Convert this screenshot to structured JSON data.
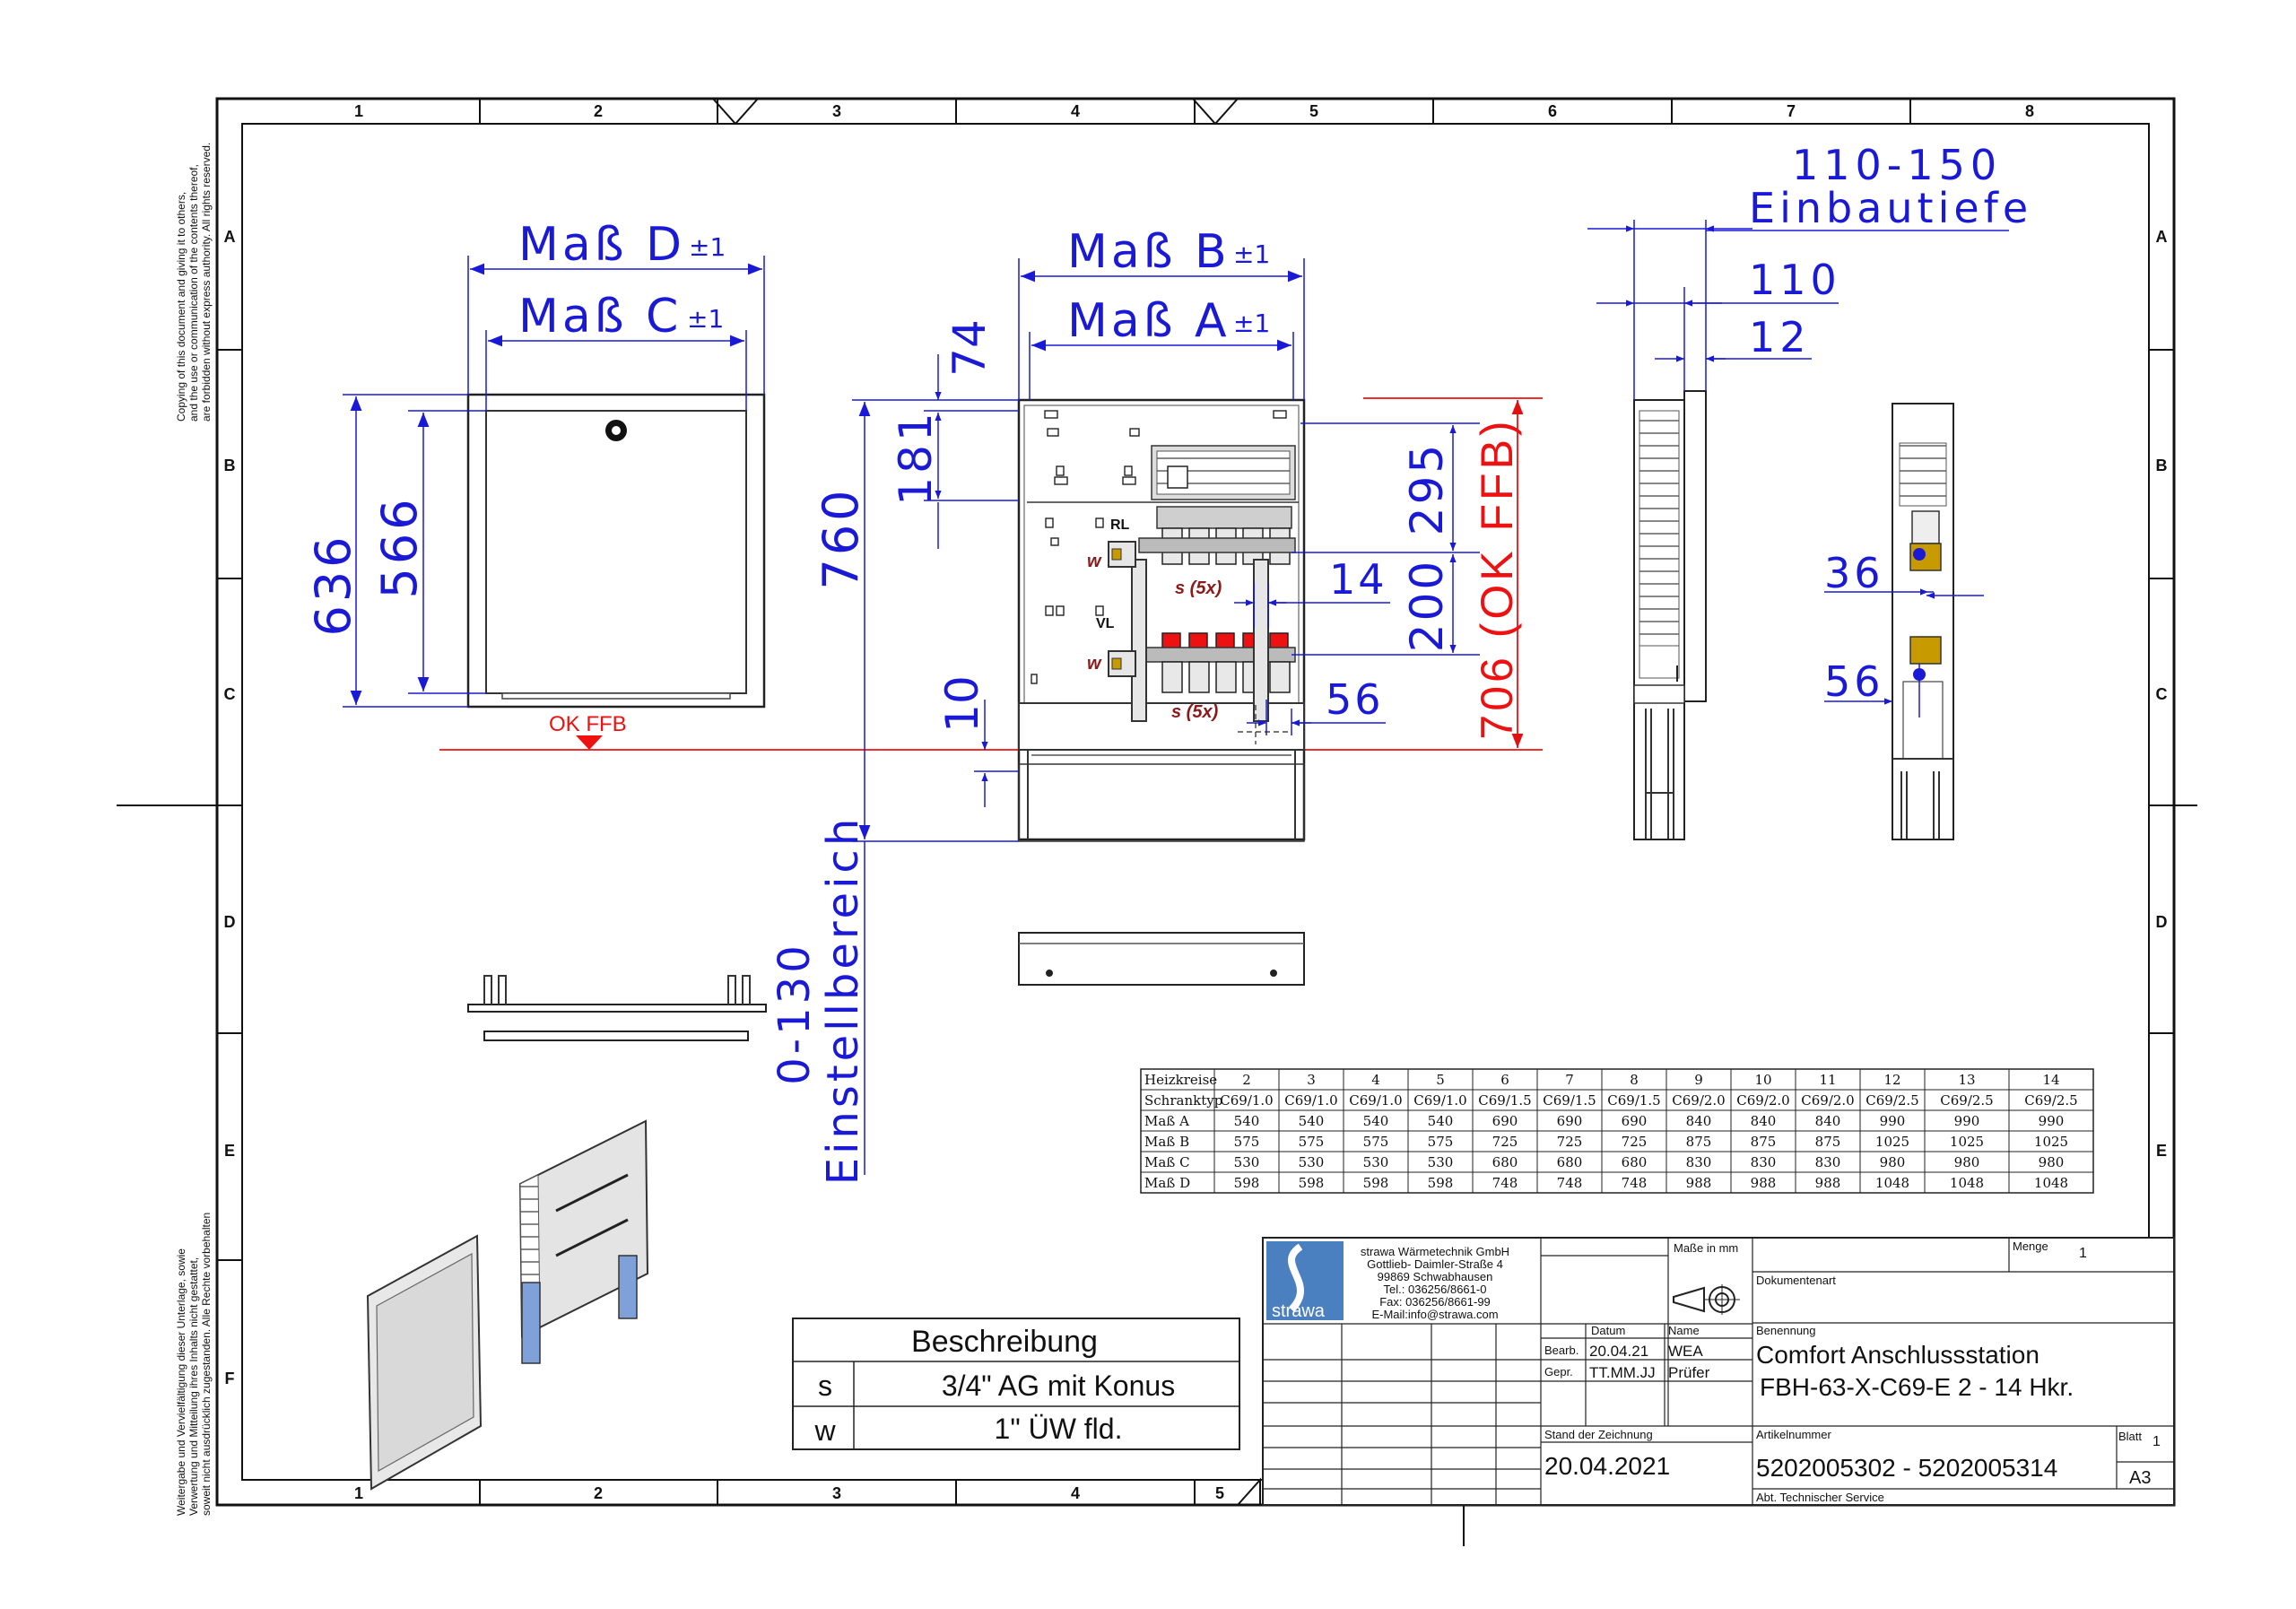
{
  "frame": {
    "columns": [
      "1",
      "2",
      "3",
      "4",
      "5",
      "6",
      "7",
      "8"
    ],
    "bottom_columns": [
      "1",
      "2",
      "3",
      "4",
      "5"
    ],
    "rows": [
      "A",
      "B",
      "C",
      "D",
      "E",
      "F"
    ],
    "copyright_en": [
      "Copying of this document and giving it to others,",
      "and the use or communication of the contents thereof,",
      "are forbidden without express authority. All rights reserved."
    ],
    "copyright_de": [
      "Weitergabe und Vervielfältigung dieser Unterlage, sowie",
      "Verwertung und Mitteilung ihres Inhalts nicht gestattet,",
      "soweit nicht ausdrücklich zugestanden. Alle Rechte vorbehalten"
    ]
  },
  "dimensions": {
    "front": {
      "mass_d": "Maß D",
      "mass_c": "Maß C",
      "tol": "±1",
      "h_outer": "636",
      "h_inner": "566",
      "ok_ffb": "OK FFB"
    },
    "center": {
      "mass_b": "Maß B",
      "mass_a": "Maß A",
      "tol": "±1",
      "d74": "74",
      "d181": "181",
      "d760": "760",
      "d10": "10",
      "d295": "295",
      "d200": "200",
      "d14": "14",
      "d56": "56",
      "d706": "706 (OK FFB)",
      "range": "0-130",
      "range_label": "Einstellbereich",
      "s5x_a": "s (5x)",
      "s5x_b": "s (5x)",
      "w_a": "w",
      "w_b": "w",
      "rl": "RL",
      "vl": "VL"
    },
    "side": {
      "depth_range": "110-150",
      "depth_label": "Einbautiefe",
      "d110": "110",
      "d12": "12"
    },
    "right": {
      "d36": "36",
      "d56": "56"
    }
  },
  "table": {
    "rows": [
      {
        "label": "Heizkreise",
        "values": [
          "2",
          "3",
          "4",
          "5",
          "6",
          "7",
          "8",
          "9",
          "10",
          "11",
          "12",
          "13",
          "14"
        ]
      },
      {
        "label": "Schranktyp",
        "values": [
          "C69/1.0",
          "C69/1.0",
          "C69/1.0",
          "C69/1.0",
          "C69/1.5",
          "C69/1.5",
          "C69/1.5",
          "C69/2.0",
          "C69/2.0",
          "C69/2.0",
          "C69/2.5",
          "C69/2.5",
          "C69/2.5"
        ]
      },
      {
        "label": "Maß A",
        "values": [
          "540",
          "540",
          "540",
          "540",
          "690",
          "690",
          "690",
          "840",
          "840",
          "840",
          "990",
          "990",
          "990"
        ]
      },
      {
        "label": "Maß B",
        "values": [
          "575",
          "575",
          "575",
          "575",
          "725",
          "725",
          "725",
          "875",
          "875",
          "875",
          "1025",
          "1025",
          "1025"
        ]
      },
      {
        "label": "Maß C",
        "values": [
          "530",
          "530",
          "530",
          "530",
          "680",
          "680",
          "680",
          "830",
          "830",
          "830",
          "980",
          "980",
          "980"
        ]
      },
      {
        "label": "Maß D",
        "values": [
          "598",
          "598",
          "598",
          "598",
          "748",
          "748",
          "748",
          "988",
          "988",
          "988",
          "1048",
          "1048",
          "1048"
        ]
      }
    ]
  },
  "description": {
    "header": "Beschreibung",
    "rows": [
      {
        "key": "s",
        "value": "3/4\" AG mit Konus"
      },
      {
        "key": "w",
        "value": "1\" ÜW fld."
      }
    ]
  },
  "titleblock": {
    "logo_text": "strawa",
    "company": [
      "strawa Wärmetechnik GmbH",
      "Gottlieb- Daimler-Straße 4",
      "99869 Schwabhausen",
      "Tel.: 036256/8661-0",
      "Fax: 036256/8661-99",
      "E-Mail:info@strawa.com"
    ],
    "masse_in_mm": "Maße in mm",
    "menge_label": "Menge",
    "menge_value": "1",
    "dokumentenart": "Dokumentenart",
    "datum_label": "Datum",
    "name_label": "Name",
    "bearb_label": "Bearb.",
    "bearb_date": "20.04.21",
    "bearb_name": "WEA",
    "gepr_label": "Gepr.",
    "gepr_date": "TT.MM.JJ",
    "gepr_name": "Prüfer",
    "benennung_label": "Benennung",
    "benennung_1": "Comfort Anschlussstation",
    "benennung_2": "FBH-63-X-C69-E  2 - 14 Hkr.",
    "stand_label": "Stand der Zeichnung",
    "stand_value": "20.04.2021",
    "artikel_label": "Artikelnummer",
    "artikel_value": "5202005302 - 5202005314",
    "blatt_label": "Blatt",
    "blatt_value": "1",
    "format": "A3",
    "abt": "Abt. Technischer Service"
  },
  "colors": {
    "dimension": "#1a1ad6",
    "reference": "#e11111",
    "line": "#111111"
  }
}
